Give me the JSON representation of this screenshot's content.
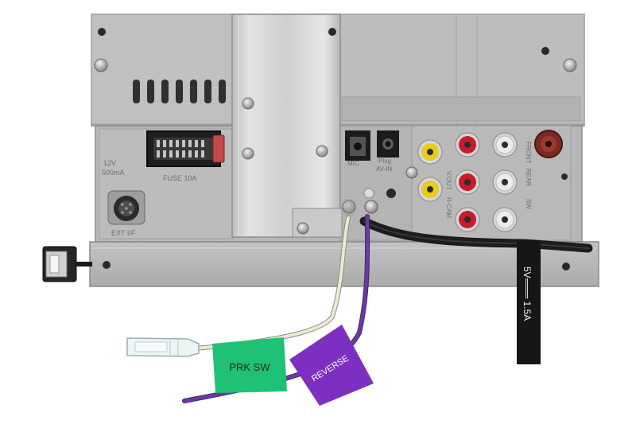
{
  "unit": {
    "power_label": "12V",
    "current_label": "500mA",
    "fuse_label": "FUSE 10A",
    "mic_label": "MIC",
    "plug_label": "Plug",
    "av_in_label": "AV-IN",
    "ext_label": "EXT I/F",
    "rca_left_labels": [
      "V.OUT",
      "R-CAM"
    ],
    "rca_right_labels": [
      "FRONT",
      "REAR",
      "SW"
    ]
  },
  "tags": {
    "prk_sw": "PRK SW",
    "reverse": "REVERSE",
    "usb_rating": "5V═══ 1.5A"
  },
  "colors": {
    "chassis": "#b9b9b9",
    "chassis_dark": "#9d9d9d",
    "heatsink": "#d3d3d3",
    "prk_tag": "#1fc274",
    "reverse_tag": "#7c2fc0",
    "wire_cream": "#e9ead0",
    "wire_purple": "#6b3aa4",
    "rca_yellow": "#e8cc1a",
    "rca_red": "#c81c2a",
    "rca_white": "#e7e7e7",
    "cable_black": "#1c1c1c"
  }
}
